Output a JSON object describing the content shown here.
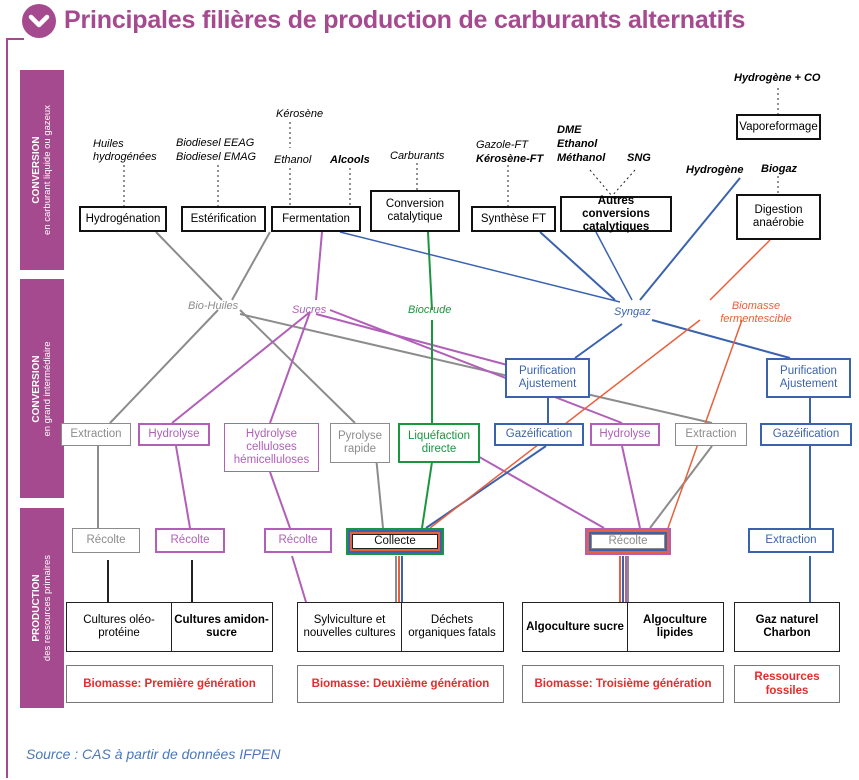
{
  "title": "Principales filières de production de carburants alternatifs",
  "source": "Source : CAS à partir de données IFPEN",
  "colors": {
    "brand": "#a64a8f",
    "black": "#111111",
    "grey": "#8c8c8c",
    "purple": "#b15fb8",
    "green": "#1a9641",
    "blue": "#3b63ad",
    "red": "#e8603c",
    "generation_red": "#e52b2b"
  },
  "bands": {
    "conversion_liquide": {
      "title": "CONVERSION",
      "subtitle": "en carburant liquide ou gazeux"
    },
    "conversion_intermediaire": {
      "title": "CONVERSION",
      "subtitle": "en grand intermédiaire"
    },
    "production": {
      "title": "PRODUCTION",
      "subtitle": "des ressources primaires"
    }
  },
  "products": {
    "huiles": "Huiles hydrogénées",
    "biodiesel_eeag": "Biodiesel EEAG",
    "biodiesel_emag": "Biodiesel EMAG",
    "kerosene": "Kérosène",
    "ethanol": "Ethanol",
    "alcools": "Alcools",
    "carburants": "Carburants",
    "gazole_ft": "Gazole-FT",
    "kerosene_ft": "Kérosène-FT",
    "dme": "DME",
    "ethanol2": "Ethanol",
    "methanol": "Méthanol",
    "sng": "SNG",
    "hydrogene": "Hydrogène",
    "hydrogene_co": "Hydrogène + CO",
    "biogaz": "Biogaz"
  },
  "conversion_boxes": {
    "hydrogenation": "Hydrogénation",
    "esterification": "Estérification",
    "fermentation": "Fermentation",
    "conversion_catalytique": "Conversion catalytique",
    "synthese_ft": "Synthèse FT",
    "autres_conversions": "Autres conversions catalytiques",
    "vaporeformage": "Vaporeformage",
    "digestion": "Digestion anaérobie"
  },
  "intermediates": {
    "bio_huiles": "Bio-Huiles",
    "sucres": "Sucres",
    "biocrude": "Biocrude",
    "syngaz": "Syngaz",
    "biomasse_fermentescible": "Biomasse fermentescible"
  },
  "process_boxes": {
    "extraction1": "Extraction",
    "hydrolyse1": "Hydrolyse",
    "hydrolyse_cellulose": "Hydrolyse celluloses hémicelluloses",
    "pyrolyse": "Pyrolyse rapide",
    "liquefaction": "Liquéfaction directe",
    "purification1": "Purification Ajustement",
    "gazeification1": "Gazéification",
    "hydrolyse2": "Hydrolyse",
    "extraction2": "Extraction",
    "purification2": "Purification Ajustement",
    "gazeification2": "Gazéification"
  },
  "harvest_boxes": {
    "recolte1": "Récolte",
    "recolte2": "Récolte",
    "recolte3": "Récolte",
    "collecte": "Collecte",
    "recolte4": "Récolte",
    "extraction3": "Extraction"
  },
  "resources": {
    "cultures_oleo": "Cultures oléo-protéine",
    "cultures_amidon": "Cultures amidon-sucre",
    "sylviculture": "Sylviculture et nouvelles cultures",
    "dechets": "Déchets organiques fatals",
    "algo_sucre": "Algoculture sucre",
    "algo_lipides": "Algoculture lipides",
    "gaz_naturel": "Gaz naturel Charbon"
  },
  "generations": {
    "first": "Biomasse: Première génération",
    "second": "Biomasse: Deuxième génération",
    "third": "Biomasse: Troisième génération",
    "fossil": "Ressources fossiles"
  }
}
